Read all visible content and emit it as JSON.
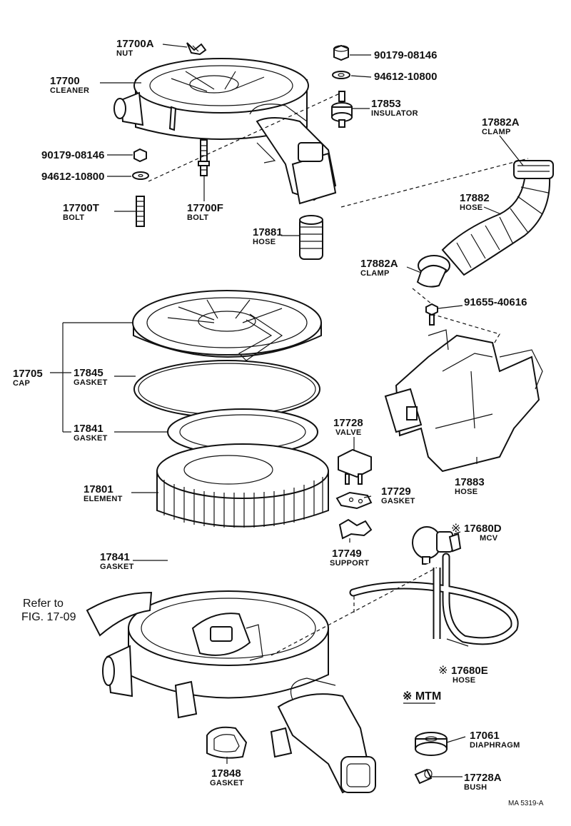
{
  "callouts": [
    {
      "id": "17700A",
      "part": "17700A",
      "name": "NUT"
    },
    {
      "id": "17700",
      "part": "17700",
      "name": "CLEANER"
    },
    {
      "id": "90179-08146-top",
      "part": "90179-08146",
      "name": ""
    },
    {
      "id": "94612-10800-top",
      "part": "94612-10800",
      "name": ""
    },
    {
      "id": "17853",
      "part": "17853",
      "name": "INSULATOR"
    },
    {
      "id": "90179-08146-left",
      "part": "90179-08146",
      "name": ""
    },
    {
      "id": "94612-10800-left",
      "part": "94612-10800",
      "name": ""
    },
    {
      "id": "17700T",
      "part": "17700T",
      "name": "BOLT"
    },
    {
      "id": "17700F",
      "part": "17700F",
      "name": "BOLT"
    },
    {
      "id": "17882A-top",
      "part": "17882A",
      "name": "CLAMP"
    },
    {
      "id": "17882",
      "part": "17882",
      "name": "HOSE"
    },
    {
      "id": "17881",
      "part": "17881",
      "name": "HOSE"
    },
    {
      "id": "17882A-low",
      "part": "17882A",
      "name": "CLAMP"
    },
    {
      "id": "91655-40616",
      "part": "91655-40616",
      "name": ""
    },
    {
      "id": "17705",
      "part": "17705",
      "name": "CAP"
    },
    {
      "id": "17845",
      "part": "17845",
      "name": "GASKET"
    },
    {
      "id": "17841-top",
      "part": "17841",
      "name": "GASKET"
    },
    {
      "id": "17728",
      "part": "17728",
      "name": "VALVE"
    },
    {
      "id": "17729",
      "part": "17729",
      "name": "GASKET"
    },
    {
      "id": "17883",
      "part": "17883",
      "name": "HOSE"
    },
    {
      "id": "17801",
      "part": "17801",
      "name": "ELEMENT"
    },
    {
      "id": "17680D",
      "part": "17680D",
      "name": "MCV"
    },
    {
      "id": "17749",
      "part": "17749",
      "name": "SUPPORT"
    },
    {
      "id": "17841-low",
      "part": "17841",
      "name": "GASKET"
    },
    {
      "id": "17680E",
      "part": "17680E",
      "name": "HOSE"
    },
    {
      "id": "17848",
      "part": "17848",
      "name": "GASKET"
    },
    {
      "id": "17061",
      "part": "17061",
      "name": "DIAPHRAGM"
    },
    {
      "id": "17728A",
      "part": "17728A",
      "name": "BUSH"
    }
  ],
  "marks": {
    "mcv": "※",
    "hose": "※"
  },
  "refer": {
    "line1": "Refer to",
    "line2": "FIG. 17-09"
  },
  "legend": "※ MTM",
  "drawing_number": "MA 5319-A"
}
